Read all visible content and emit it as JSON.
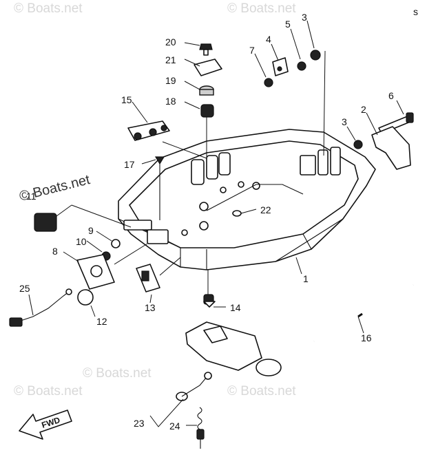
{
  "watermarks": [
    "© Boats.net",
    "© Boats.net",
    "© Boats.net",
    "© Boats.net",
    "© Boats.net"
  ],
  "watermark_bold": "© Boats.net",
  "direction_arrow": "FWD",
  "corner_mark": "s",
  "callouts": {
    "c1": "1",
    "c2": "2",
    "c3a": "3",
    "c3b": "3",
    "c4": "4",
    "c5": "5",
    "c6": "6",
    "c7": "7",
    "c8": "8",
    "c9": "9",
    "c10": "10",
    "c11": "11",
    "c12": "12",
    "c13": "13",
    "c14": "14",
    "c15": "15",
    "c16": "16",
    "c17": "17",
    "c18": "18",
    "c19": "19",
    "c20": "20",
    "c21": "21",
    "c22": "22",
    "c23": "23",
    "c24": "24",
    "c25": "25"
  }
}
